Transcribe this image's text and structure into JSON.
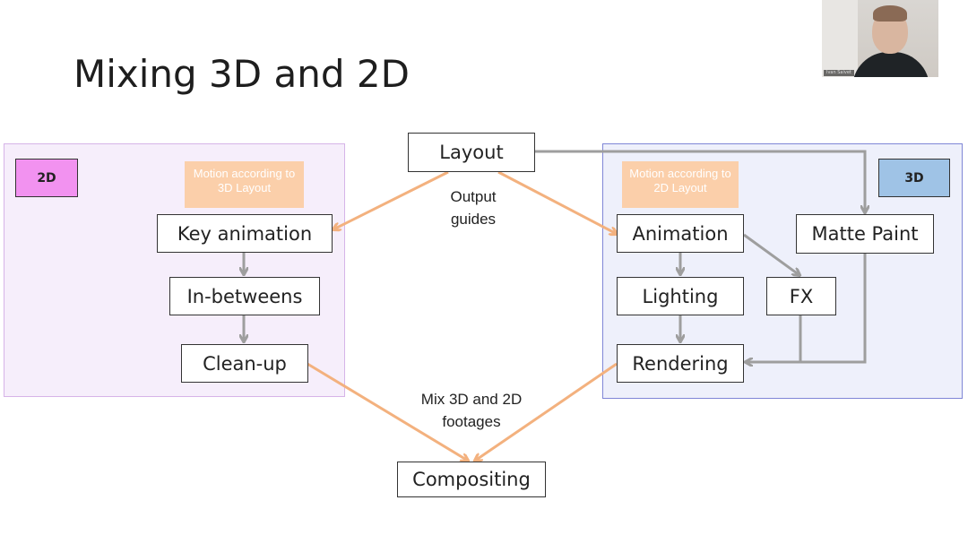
{
  "slide": {
    "title": "Mixing 3D and 2D"
  },
  "tags": {
    "two_d": "2D",
    "three_d": "3D"
  },
  "notes": {
    "two_d": "Motion according to 3D Layout",
    "three_d": "Motion according to 2D Layout"
  },
  "nodes": {
    "layout": "Layout",
    "key_animation": "Key animation",
    "in_betweens": "In-betweens",
    "clean_up": "Clean-up",
    "animation": "Animation",
    "lighting": "Lighting",
    "rendering": "Rendering",
    "fx": "FX",
    "matte_paint": "Matte Paint",
    "compositing": "Compositing"
  },
  "labels": {
    "output_guides_line1": "Output",
    "output_guides_line2": "guides",
    "mix_line1": "Mix 3D and 2D",
    "mix_line2": "footages"
  },
  "webcam": {
    "name": "Ivan Saivet"
  },
  "colors": {
    "orange_arrow": "#f3b17e",
    "gray_arrow": "#9e9e9e",
    "region_2d": "#f6eefb",
    "region_3d": "#eef0fb",
    "tag_2d": "#f292f0",
    "tag_3d": "#9fc3e6",
    "note_fill": "#fbcfaa"
  }
}
